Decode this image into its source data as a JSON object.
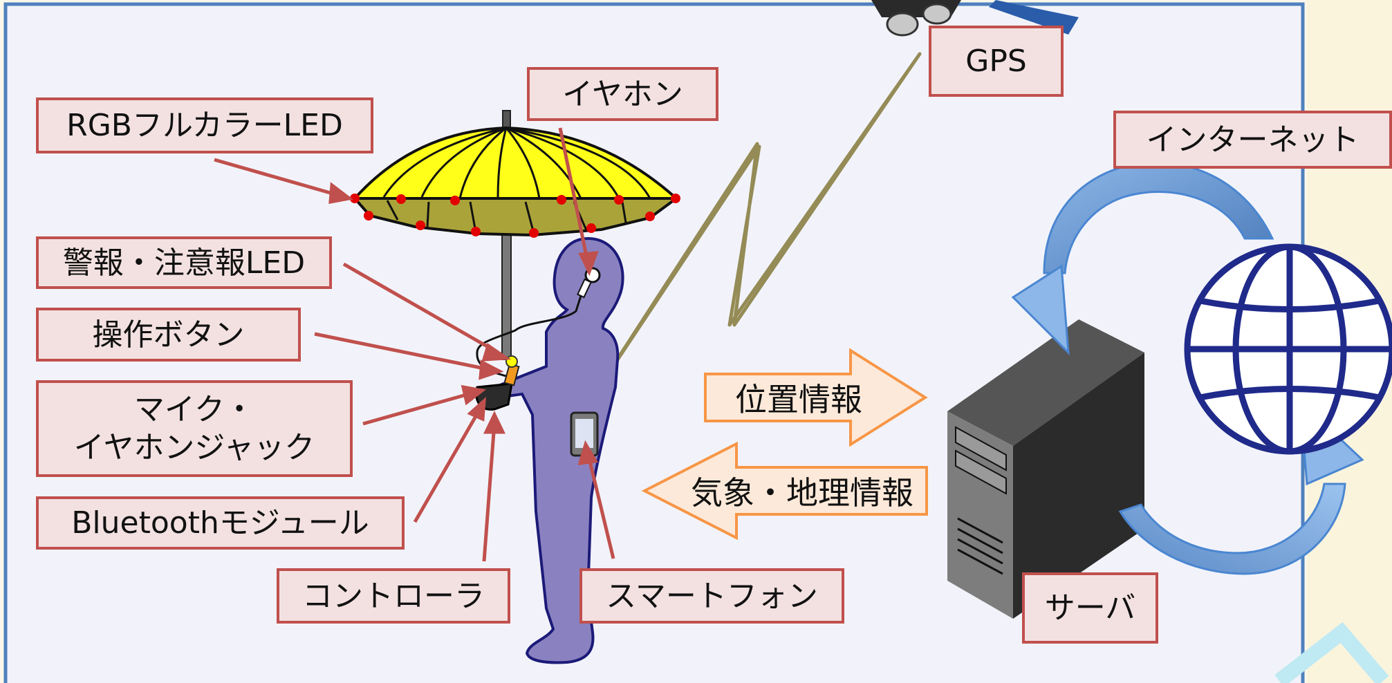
{
  "labels": {
    "gps": "GPS",
    "earphone": "イヤホン",
    "rgb_led": "RGBフルカラーLED",
    "internet": "インターネット",
    "alert_led": "警報・注意報LED",
    "button": "操作ボタン",
    "mic_jack_line1": "マイク・",
    "mic_jack_line2": "イヤホンジャック",
    "bluetooth": "Bluetoothモジュール",
    "controller": "コントローラ",
    "smartphone": "スマートフォン",
    "server": "サーバ"
  },
  "flows": {
    "location": "位置情報",
    "weather": "気象・地理情報"
  },
  "colors": {
    "label_border": "#c0504d",
    "label_fill": "#f3e1e1",
    "panel_border": "#4f81bd",
    "person": "#8a82c0",
    "umbrella": "#ffff1a",
    "flow_arrow_border": "#f79646",
    "globe": "#1f2a8a",
    "cycle_arrow": "#6fa0dd"
  }
}
